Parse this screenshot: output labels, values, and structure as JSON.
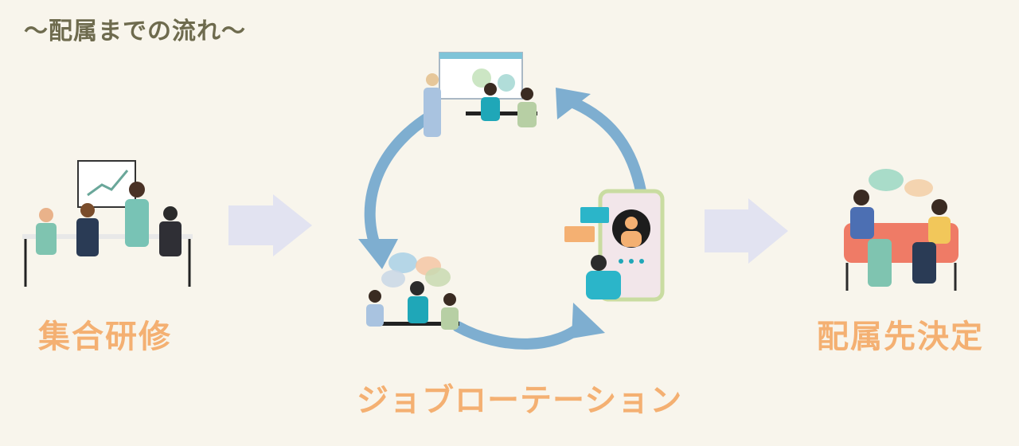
{
  "header": {
    "title": "〜配属までの流れ〜"
  },
  "steps": {
    "left": "集合研修",
    "center": "ジョブローテーション",
    "right": "配属先決定"
  },
  "colors": {
    "background": "#f8f5ec",
    "title": "#6e6b4e",
    "label": "#f4b072",
    "arrow_block": "#e2e3f1",
    "cycle_arrow": "#7eaed0"
  }
}
